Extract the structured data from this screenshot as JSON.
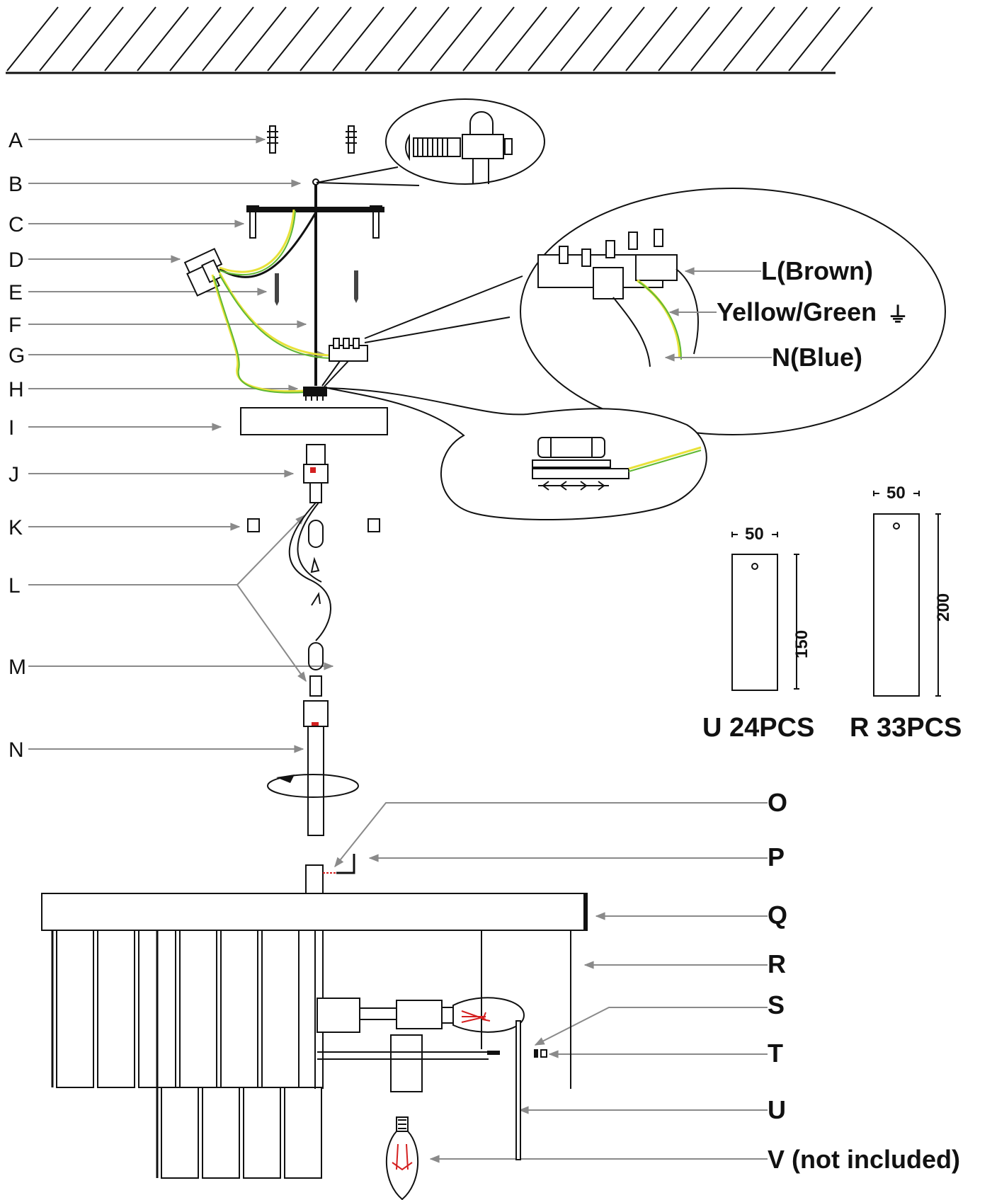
{
  "left_labels": [
    "A",
    "B",
    "C",
    "D",
    "E",
    "F",
    "G",
    "H",
    "I",
    "J",
    "K",
    "L",
    "M",
    "N"
  ],
  "right_labels": [
    "O",
    "P",
    "Q",
    "R",
    "S",
    "T",
    "U",
    "V (not  included)"
  ],
  "terminal_callout": {
    "live": "L(Brown)",
    "earth": "Yellow/Green",
    "neutral": "N(Blue)",
    "earth_symbol": "⏚"
  },
  "crystals": {
    "u": {
      "width": "50",
      "height": "150",
      "caption": "U 24PCS"
    },
    "r": {
      "width": "50",
      "height": "200",
      "caption": "R 33PCS"
    }
  },
  "colors": {
    "wire_yellow": "#e8e23a",
    "wire_green": "#5fb833",
    "wire_black": "#111111",
    "bulb_filament": "#d42020",
    "leader": "#8a8a8a"
  }
}
